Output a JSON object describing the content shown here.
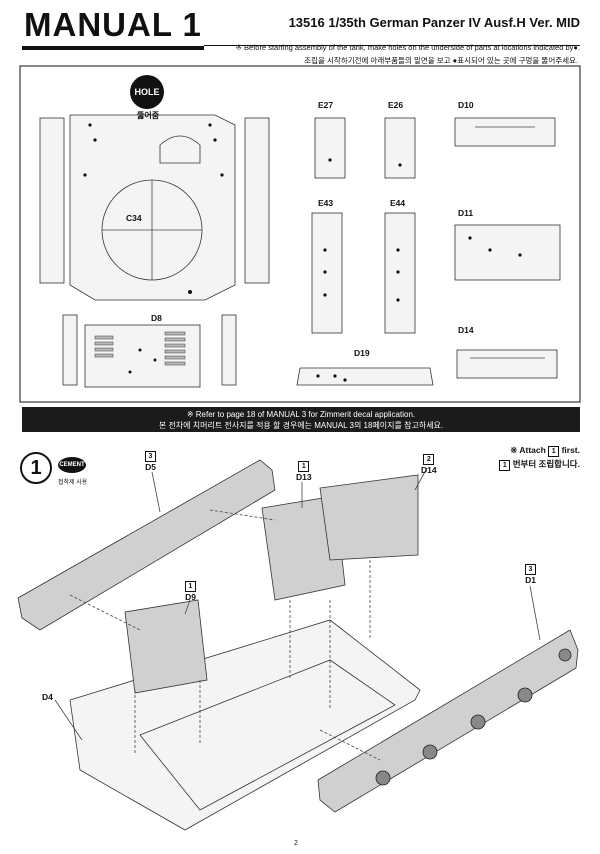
{
  "header": {
    "title": "MANUAL 1",
    "kit_title": "13516 1/35th German Panzer IV Ausf.H Ver. MID",
    "note_en": "※ Before starting assembly of the tank, make holes on the underside of parts at locations indicated by●.",
    "note_ko": "조립을 시작하기전에 아래부품들의 밑면을 보고 ●표시되어 있는 곳에 구멍을 뚫어주세요."
  },
  "hole_guide": {
    "badge": "HOLE",
    "label_ko": "뚫어줌"
  },
  "parts_top": {
    "c34": "C34",
    "d8": "D8",
    "e27": "E27",
    "e26": "E26",
    "d10": "D10",
    "e43": "E43",
    "e44": "E44",
    "d11": "D11",
    "d14": "D14",
    "d19": "D19"
  },
  "banner": {
    "en": "※ Refer to page 18 of MANUAL 3 for Zimmerit decal application.",
    "ko": "본 전차에 치머리트 전사지를 적용 할 경우에는  MANUAL 3의 18페이지를 참고하세요."
  },
  "step": {
    "number": "1",
    "cement_badge": "CEMENT",
    "cement_ko": "접착제 사용",
    "attach_prefix": "※ Attach",
    "attach_num": "1",
    "attach_suffix": "first.",
    "attach_ko_num": "1",
    "attach_ko": "번부터 조립합니다."
  },
  "callouts": [
    {
      "num": "3",
      "part": "D5"
    },
    {
      "num": "1",
      "part": "D13"
    },
    {
      "num": "2",
      "part": "D14"
    },
    {
      "num": "1",
      "part": "D9"
    },
    {
      "num": "3",
      "part": "D1"
    },
    {
      "num": "",
      "part": "D4"
    }
  ],
  "page_number": "2"
}
